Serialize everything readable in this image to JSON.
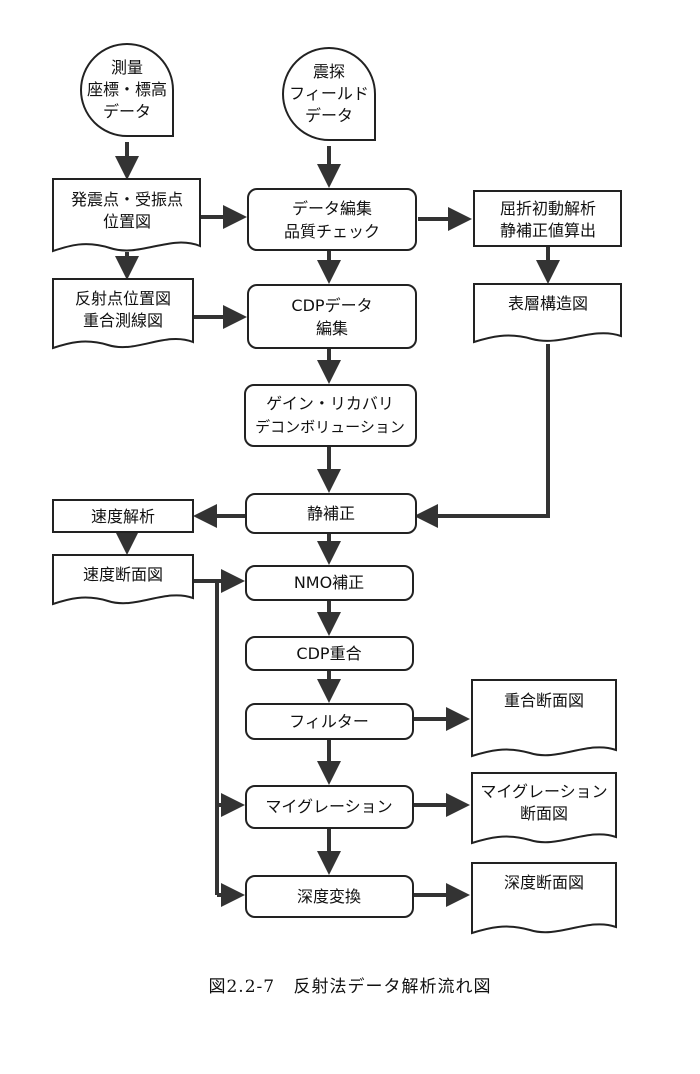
{
  "nodes": {
    "survey": [
      "測量",
      "座標・標高",
      "データ"
    ],
    "field": [
      "震探",
      "フィールド",
      "データ"
    ],
    "shotmap": [
      "発震点・受振点",
      "位置図"
    ],
    "edit": [
      "データ編集",
      "品質チェック"
    ],
    "refraction": [
      "屈折初動解析",
      "静補正値算出"
    ],
    "reflmap": [
      "反射点位置図",
      "重合測線図"
    ],
    "cdpedit": [
      "CDPデータ",
      "編集"
    ],
    "surface": [
      "表層構造図"
    ],
    "gain": [
      "ゲイン・リカバリ",
      "デコンボリューション"
    ],
    "velocity": [
      "速度解析"
    ],
    "static": [
      "静補正"
    ],
    "velsection": [
      "速度断面図"
    ],
    "nmo": [
      "NMO補正"
    ],
    "cdpstack": [
      "CDP重合"
    ],
    "filter": [
      "フィルター"
    ],
    "stacksection": [
      "重合断面図"
    ],
    "migration": [
      "マイグレーション"
    ],
    "migsection": [
      "マイグレーション",
      "断面図"
    ],
    "depth": [
      "深度変換"
    ],
    "depthsection": [
      "深度断面図"
    ]
  },
  "caption": {
    "number": "図2.2-7",
    "title": "反射法データ解析流れ図"
  }
}
